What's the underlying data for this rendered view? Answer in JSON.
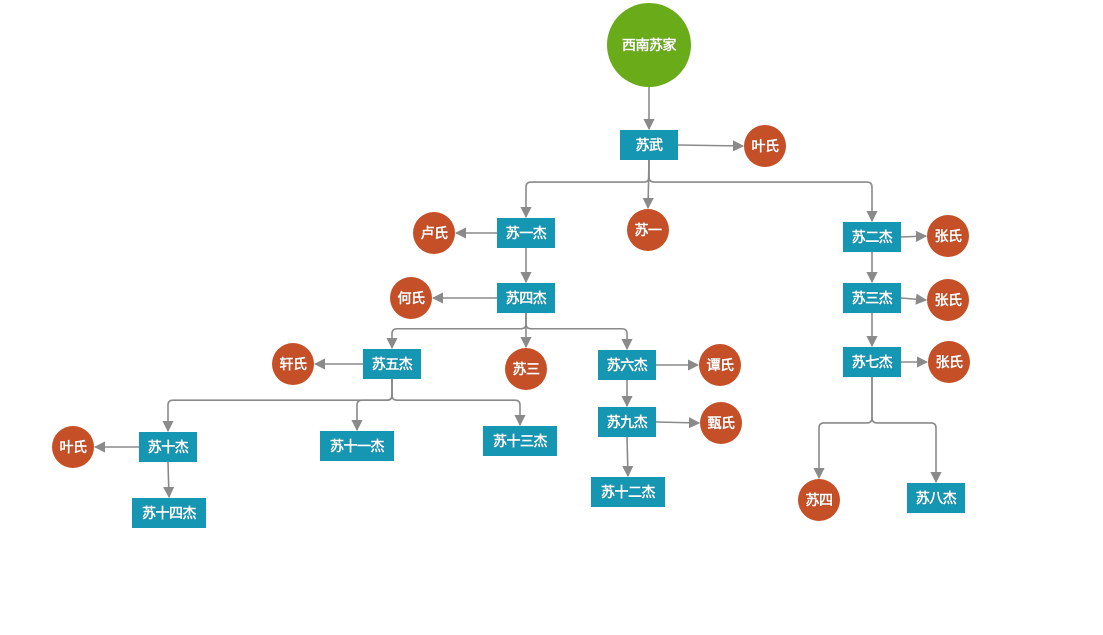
{
  "colors": {
    "person": "#1596b3",
    "spouse": "#c54f27",
    "root": "#6aab1a",
    "edge": "#8a8a8a"
  },
  "nodes": [
    {
      "id": "root",
      "label": "西南苏家",
      "kind": "root"
    },
    {
      "id": "suwu",
      "label": "苏武",
      "kind": "person"
    },
    {
      "id": "yeshi1",
      "label": "叶氏",
      "kind": "spouse"
    },
    {
      "id": "suyijie",
      "label": "苏一杰",
      "kind": "person"
    },
    {
      "id": "lushi",
      "label": "卢氏",
      "kind": "spouse"
    },
    {
      "id": "suyi",
      "label": "苏一",
      "kind": "spouse"
    },
    {
      "id": "suerjie",
      "label": "苏二杰",
      "kind": "person"
    },
    {
      "id": "zhangshi1",
      "label": "张氏",
      "kind": "spouse"
    },
    {
      "id": "susijie",
      "label": "苏四杰",
      "kind": "person"
    },
    {
      "id": "heshi",
      "label": "何氏",
      "kind": "spouse"
    },
    {
      "id": "susanjie",
      "label": "苏三杰",
      "kind": "person"
    },
    {
      "id": "zhangshi2",
      "label": "张氏",
      "kind": "spouse"
    },
    {
      "id": "suwujie",
      "label": "苏五杰",
      "kind": "person"
    },
    {
      "id": "xuanshi",
      "label": "轩氏",
      "kind": "spouse"
    },
    {
      "id": "susan",
      "label": "苏三",
      "kind": "spouse"
    },
    {
      "id": "suliujie",
      "label": "苏六杰",
      "kind": "person"
    },
    {
      "id": "tanshi",
      "label": "谭氏",
      "kind": "spouse"
    },
    {
      "id": "suqijie",
      "label": "苏七杰",
      "kind": "person"
    },
    {
      "id": "zhangshi3",
      "label": "张氏",
      "kind": "spouse"
    },
    {
      "id": "sujiujie",
      "label": "苏九杰",
      "kind": "person"
    },
    {
      "id": "zhenshi",
      "label": "甄氏",
      "kind": "spouse"
    },
    {
      "id": "sushijie",
      "label": "苏十杰",
      "kind": "person"
    },
    {
      "id": "yeshi2",
      "label": "叶氏",
      "kind": "spouse"
    },
    {
      "id": "sushiyijie",
      "label": "苏十一杰",
      "kind": "person"
    },
    {
      "id": "sushisanjie",
      "label": "苏十三杰",
      "kind": "person"
    },
    {
      "id": "sushierjie",
      "label": "苏十二杰",
      "kind": "person"
    },
    {
      "id": "susi",
      "label": "苏四",
      "kind": "spouse"
    },
    {
      "id": "subajie",
      "label": "苏八杰",
      "kind": "person"
    },
    {
      "id": "sushisijie",
      "label": "苏十四杰",
      "kind": "person"
    }
  ],
  "edges": [
    {
      "from": "root",
      "to": "suwu",
      "type": "child"
    },
    {
      "from": "suwu",
      "to": "yeshi1",
      "type": "spouse"
    },
    {
      "from": "suwu",
      "to": "suyijie",
      "type": "child"
    },
    {
      "from": "suwu",
      "to": "suyi",
      "type": "child"
    },
    {
      "from": "suwu",
      "to": "suerjie",
      "type": "child"
    },
    {
      "from": "suyijie",
      "to": "lushi",
      "type": "spouse"
    },
    {
      "from": "suyijie",
      "to": "susijie",
      "type": "child"
    },
    {
      "from": "suerjie",
      "to": "zhangshi1",
      "type": "spouse"
    },
    {
      "from": "suerjie",
      "to": "susanjie",
      "type": "child"
    },
    {
      "from": "susijie",
      "to": "heshi",
      "type": "spouse"
    },
    {
      "from": "susijie",
      "to": "suwujie",
      "type": "child"
    },
    {
      "from": "susijie",
      "to": "susan",
      "type": "child"
    },
    {
      "from": "susijie",
      "to": "suliujie",
      "type": "child"
    },
    {
      "from": "susanjie",
      "to": "zhangshi2",
      "type": "spouse"
    },
    {
      "from": "susanjie",
      "to": "suqijie",
      "type": "child"
    },
    {
      "from": "suwujie",
      "to": "xuanshi",
      "type": "spouse"
    },
    {
      "from": "suwujie",
      "to": "sushijie",
      "type": "child"
    },
    {
      "from": "suwujie",
      "to": "sushiyijie",
      "type": "child"
    },
    {
      "from": "suwujie",
      "to": "sushisanjie",
      "type": "child"
    },
    {
      "from": "suliujie",
      "to": "tanshi",
      "type": "spouse"
    },
    {
      "from": "suliujie",
      "to": "sujiujie",
      "type": "child"
    },
    {
      "from": "sujiujie",
      "to": "zhenshi",
      "type": "spouse"
    },
    {
      "from": "sujiujie",
      "to": "sushierjie",
      "type": "child"
    },
    {
      "from": "suqijie",
      "to": "zhangshi3",
      "type": "spouse"
    },
    {
      "from": "suqijie",
      "to": "susi",
      "type": "child"
    },
    {
      "from": "suqijie",
      "to": "subajie",
      "type": "child"
    },
    {
      "from": "sushijie",
      "to": "yeshi2",
      "type": "spouse"
    },
    {
      "from": "sushijie",
      "to": "sushisijie",
      "type": "child"
    }
  ]
}
